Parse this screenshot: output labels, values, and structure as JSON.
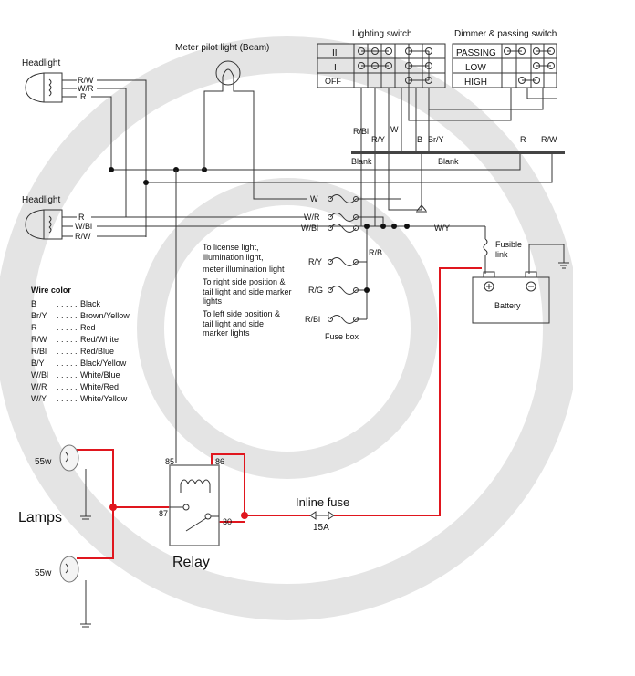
{
  "labels": {
    "headlight_top": "Headlight",
    "headlight_bottom": "Headlight",
    "meter_pilot": "Meter pilot light (Beam)",
    "lighting_switch": "Lighting switch",
    "dimmer_switch": "Dimmer & passing switch",
    "blank_left": "Blank",
    "blank_right": "Blank",
    "fuse_box": "Fuse box",
    "fusible_link": "Fusible\nlink",
    "battery": "Battery",
    "lamps": "Lamps",
    "relay": "Relay",
    "inline_fuse": "Inline fuse",
    "fuse_rating": "15A",
    "lamp_top_watt": "55w",
    "lamp_bottom_watt": "55w",
    "relay_85": "85",
    "relay_86": "86",
    "relay_87": "87",
    "relay_30": "30"
  },
  "lighting_switch_positions": [
    "II",
    "I",
    "OFF"
  ],
  "dimmer_positions": [
    "PASSING",
    "LOW",
    "HIGH"
  ],
  "wire_tags": {
    "hl_top_rw": "R/W",
    "hl_top_wr": "W/R",
    "hl_top_r": "R",
    "hl_bot_r": "R",
    "hl_bot_wbl": "W/Bl",
    "hl_bot_rw": "R/W",
    "sw_rbl": "R/Bl",
    "sw_ry": "R/Y",
    "sw_w": "W",
    "sw_b": "B",
    "sw_bry": "Br/Y",
    "dim_r": "R",
    "dim_rw": "R/W",
    "fb_w": "W",
    "fb_wr": "W/R",
    "fb_wbl": "W/Bl",
    "fb_wy": "W/Y",
    "fb_rb": "R/B",
    "fb_ry": "R/Y",
    "fb_rg": "R/G",
    "fb_rbl": "R/Bl"
  },
  "circuit_notes": [
    "To license light,",
    "illumination light,",
    "meter illumination light",
    "To right side position &",
    "tail light and side marker",
    "lights",
    "To left side position &",
    "tail light and side",
    "marker lights"
  ],
  "wire_color": {
    "title": "Wire color",
    "entries": [
      {
        "code": "B",
        "name": "Black"
      },
      {
        "code": "Br/Y",
        "name": "Brown/Yellow"
      },
      {
        "code": "R",
        "name": "Red"
      },
      {
        "code": "R/W",
        "name": "Red/White"
      },
      {
        "code": "R/Bl",
        "name": "Red/Blue"
      },
      {
        "code": "B/Y",
        "name": "Black/Yellow"
      },
      {
        "code": "W/Bl",
        "name": "White/Blue"
      },
      {
        "code": "W/R",
        "name": "White/Red"
      },
      {
        "code": "W/Y",
        "name": "White/Yellow"
      }
    ]
  },
  "colors": {
    "wire": "#333333",
    "added_circuit": "#e0161e",
    "watermark": "#dcdcdc"
  }
}
